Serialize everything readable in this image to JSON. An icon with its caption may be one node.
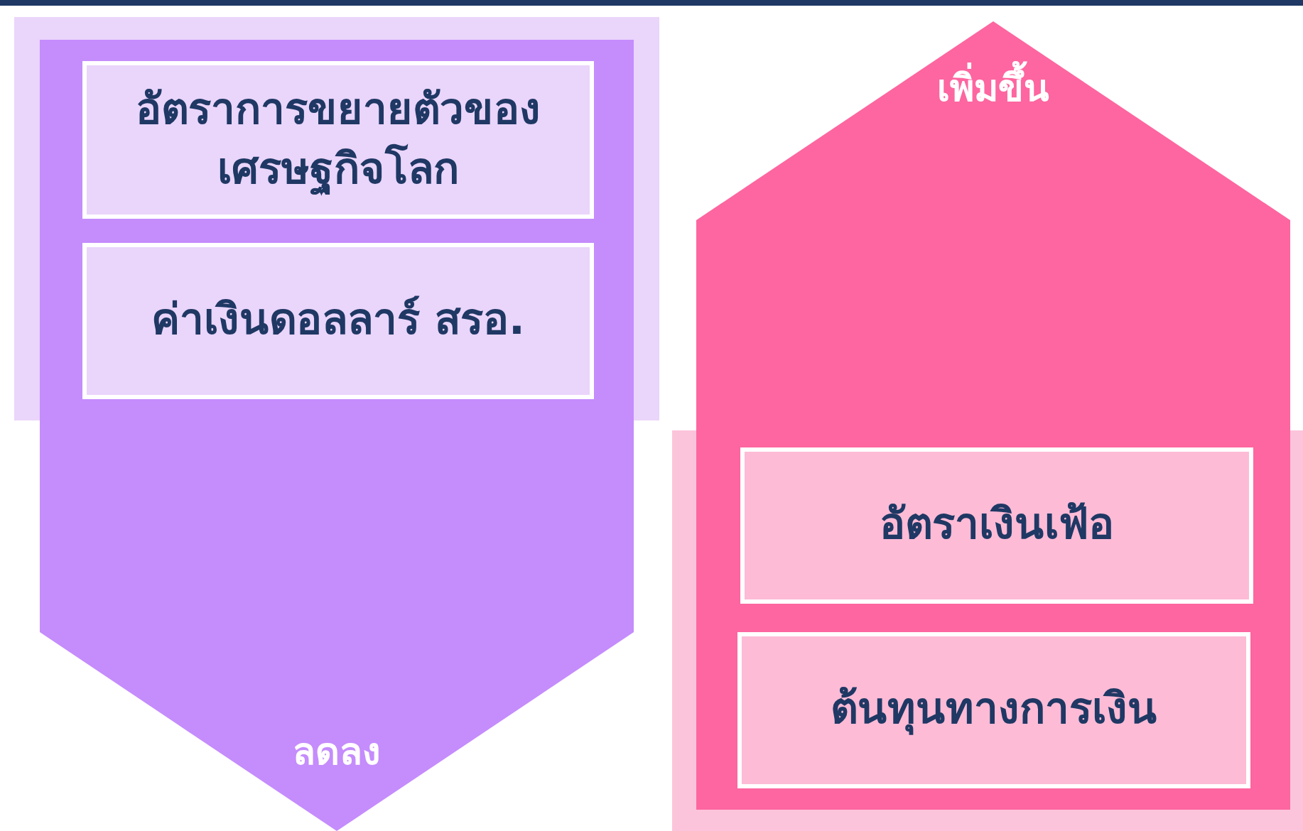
{
  "diagram": {
    "nodes": [
      {
        "text": [
          "ลดลง"
        ]
      },
      {
        "text": [
          "อัตราการขยายตัวของเศรษฐกิจโลก"
        ],
        "in": 0
      },
      {
        "text": [
          "ค่าเงินดอลลาร์ สรอ."
        ],
        "in": 0
      },
      {
        "text": [
          "เพิ่มขึ้น"
        ]
      },
      {
        "text": [
          "อัตราเงินเฟ้อ"
        ],
        "in": 3
      },
      {
        "text": [
          "ต้นทุนทางการเงิน"
        ],
        "in": 3
      }
    ],
    "edges": []
  }
}
